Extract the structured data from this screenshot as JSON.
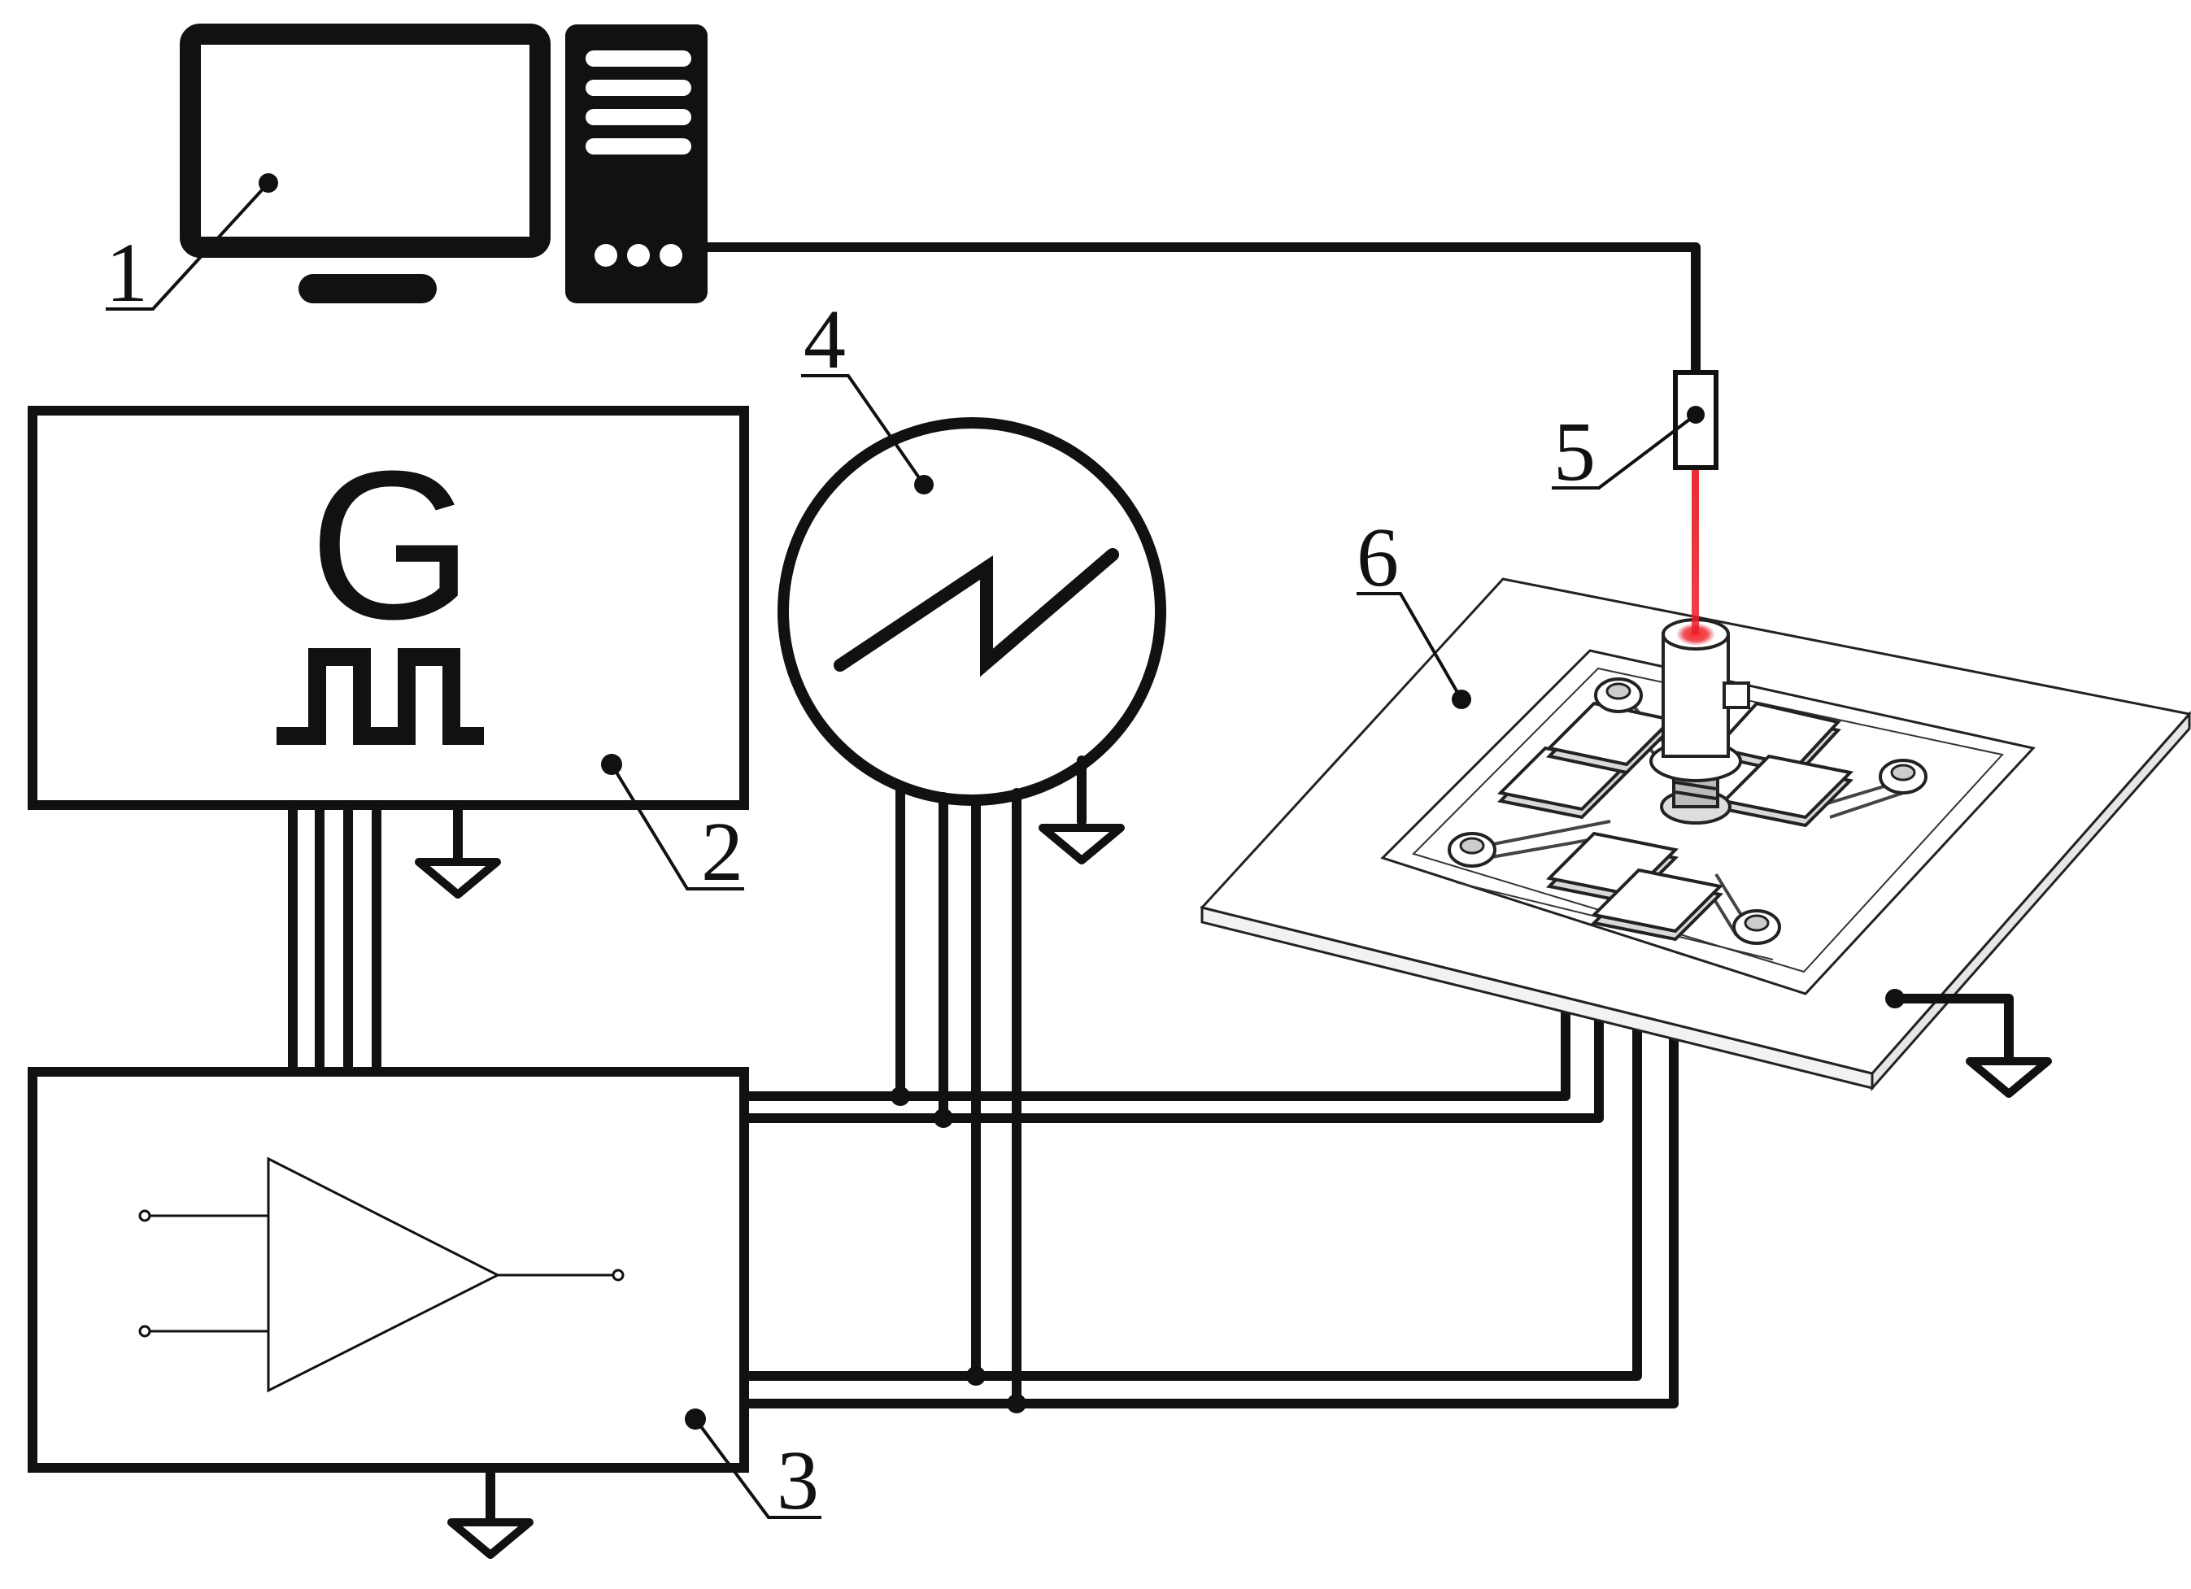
{
  "diagram": {
    "labels": [
      {
        "id": "computer",
        "text": "1"
      },
      {
        "id": "signal-generator",
        "text": "2"
      },
      {
        "id": "amplifier",
        "text": "3"
      },
      {
        "id": "oscilloscope",
        "text": "4"
      },
      {
        "id": "laser-sensor",
        "text": "5"
      },
      {
        "id": "stage",
        "text": "6"
      }
    ],
    "generator_symbol": "G",
    "colors": {
      "line": "#111111",
      "laser": "#e8202a",
      "fill": "#ffffff",
      "part_shade": "#d8d8d8"
    },
    "icons": {
      "generator": "pulse-wave-icon",
      "oscilloscope": "sawtooth-wave-icon",
      "amplifier": "triangle-amplifier-icon",
      "ground": "ground-icon",
      "computer": "desktop-computer-icon"
    }
  }
}
